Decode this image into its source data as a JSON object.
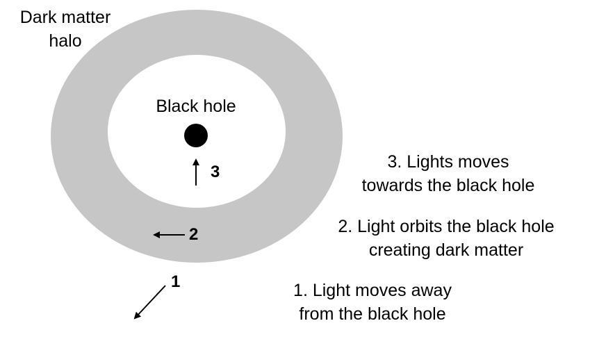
{
  "colors": {
    "halo": "#c6c6c6",
    "ink": "#000000",
    "background": "#ffffff"
  },
  "labels": {
    "halo_line1": "Dark matter",
    "halo_line2": "halo",
    "black_hole": "Black hole"
  },
  "markers": {
    "step1": "1",
    "step2": "2",
    "step3": "3"
  },
  "steps": {
    "step3_line1": "3. Lights moves",
    "step3_line2": "towards the black hole",
    "step2_line1": "2. Light orbits the black hole",
    "step2_line2": "creating dark matter",
    "step1_line1": "1. Light moves away",
    "step1_line2": "from the black hole"
  }
}
